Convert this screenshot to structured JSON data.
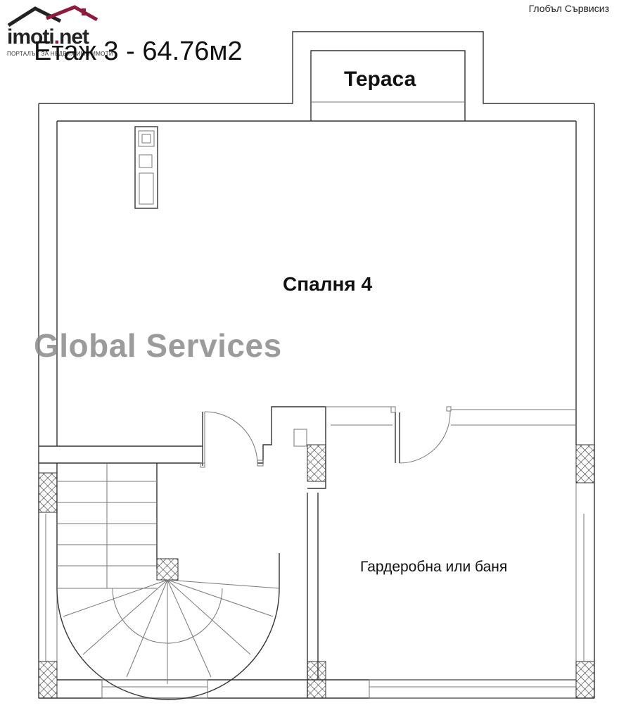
{
  "title": "Етаж 3 - 64.76м2",
  "rooms": {
    "terrace": "Тераса",
    "bedroom": "Спалня 4",
    "wardrobe": "Гардеробна или баня"
  },
  "watermark": "Global Services",
  "credit": "Глобъл Сървисиз",
  "logo": {
    "name_main": "imoti",
    "name_dot": ".",
    "name_tld": "net",
    "subtitle": "ПОРТАЛЪТ ЗА НЕДВИЖИМИ ИМОТИ",
    "accent_color": "#8e1b3d"
  },
  "icons": [
    "house-roof-icon"
  ]
}
